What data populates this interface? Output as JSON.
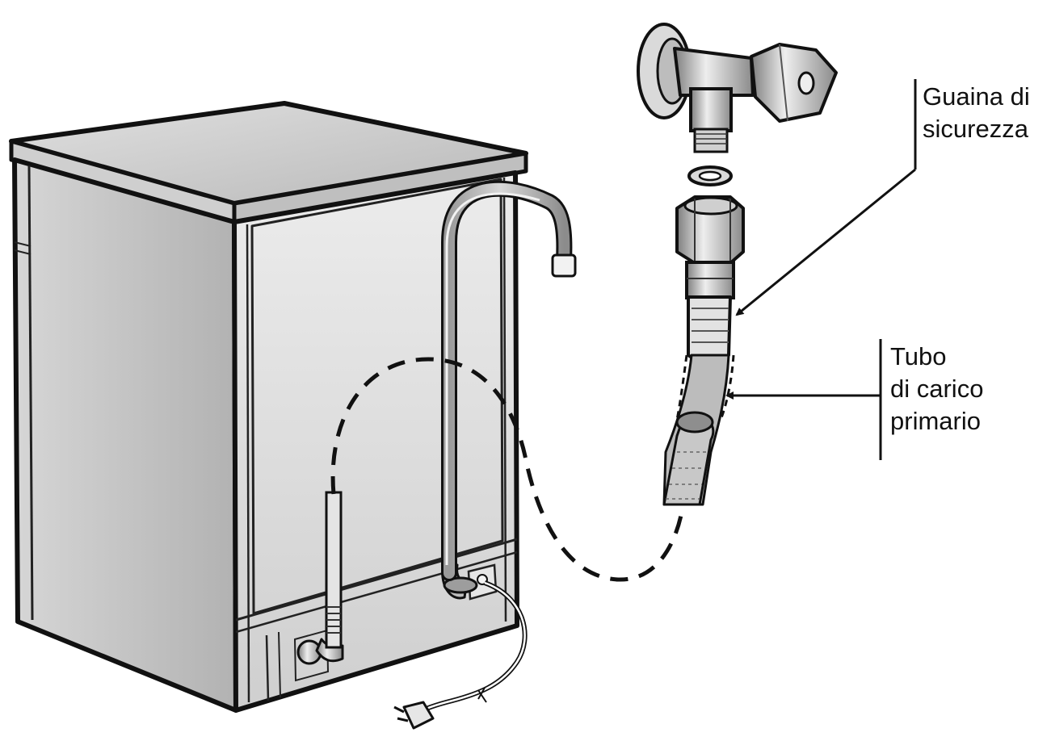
{
  "labels": {
    "safety_sheath": [
      "Guaina di",
      "sicurezza"
    ],
    "supply_hose": [
      "Tubo",
      "di carico",
      "primario"
    ]
  },
  "colors": {
    "line": "#111111",
    "metal_light": "#e4e4e4",
    "metal_mid": "#bdbdbd",
    "metal_dark": "#8a8a8a",
    "background": "#ffffff"
  }
}
